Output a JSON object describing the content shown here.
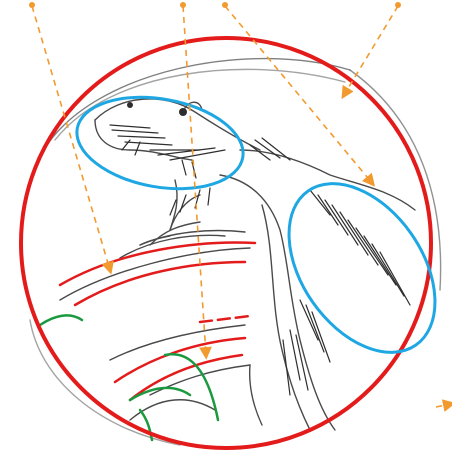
{
  "diagram": {
    "colors": {
      "frame_circle": "#e31b1b",
      "highlight_ellipse": "#1ea7e3",
      "pointer_arrow": "#f29a2e",
      "sphere_band": "#e31b1b",
      "sphere_cap": "#1a9a3e",
      "sketch_line": "#4a4a4a",
      "sketch_fill": "#2e2e2e"
    },
    "icons": {
      "pointer": "dashed-arrow-icon"
    },
    "markers": {
      "circle_count": 1,
      "ellipse_count": 2,
      "arrow_count": 5
    }
  }
}
